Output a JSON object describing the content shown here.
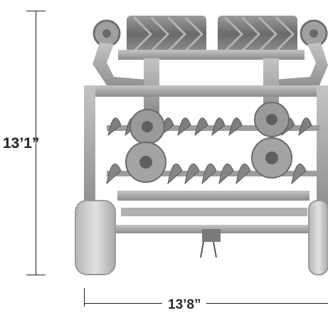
{
  "dimensions": {
    "height_label": "13’1”",
    "width_label": "13’8”"
  },
  "colors": {
    "frame": "#a8a8a8",
    "frame_dark": "#6f6f6f",
    "disc": "#8a8a8a",
    "tire": "#c9c9c9",
    "dimension_line": "#222222"
  },
  "illustration": {
    "subject": "rear view of an agricultural disc harrow with rollers and wheels",
    "icon": "disc-harrow-illustration"
  }
}
